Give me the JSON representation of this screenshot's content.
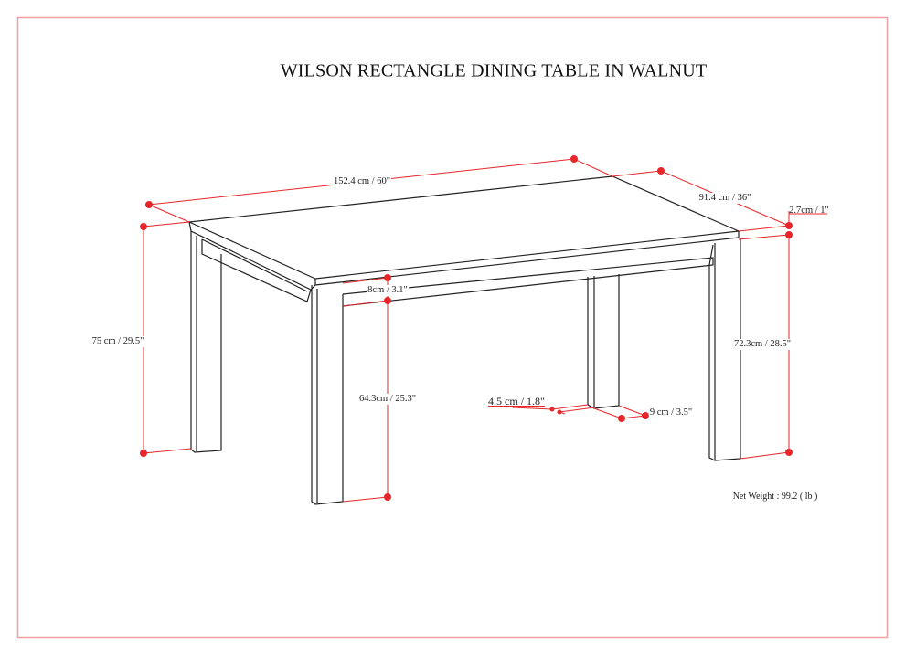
{
  "title": "WILSON RECTANGLE DINING TABLE IN WALNUT",
  "dimensions": {
    "length": "152.4 cm / 60\"",
    "depth": "91.4 cm / 36\"",
    "top_thickness": "2.7cm / 1\"",
    "leg_height": "72.3cm / 28.5\"",
    "total_height": "75 cm / 29.5\"",
    "apron_height": "8cm / 3.1\"",
    "apron_clearance": "64.3cm / 25.3\"",
    "leg_inset": "4.5 cm / 1.8\"",
    "leg_width": "9 cm / 3.5\""
  },
  "net_weight": "Net Weight : 99.2 ( lb )",
  "colors": {
    "dimension": "#e8262a",
    "border": "#f0a0a0",
    "outline": "#222222"
  }
}
